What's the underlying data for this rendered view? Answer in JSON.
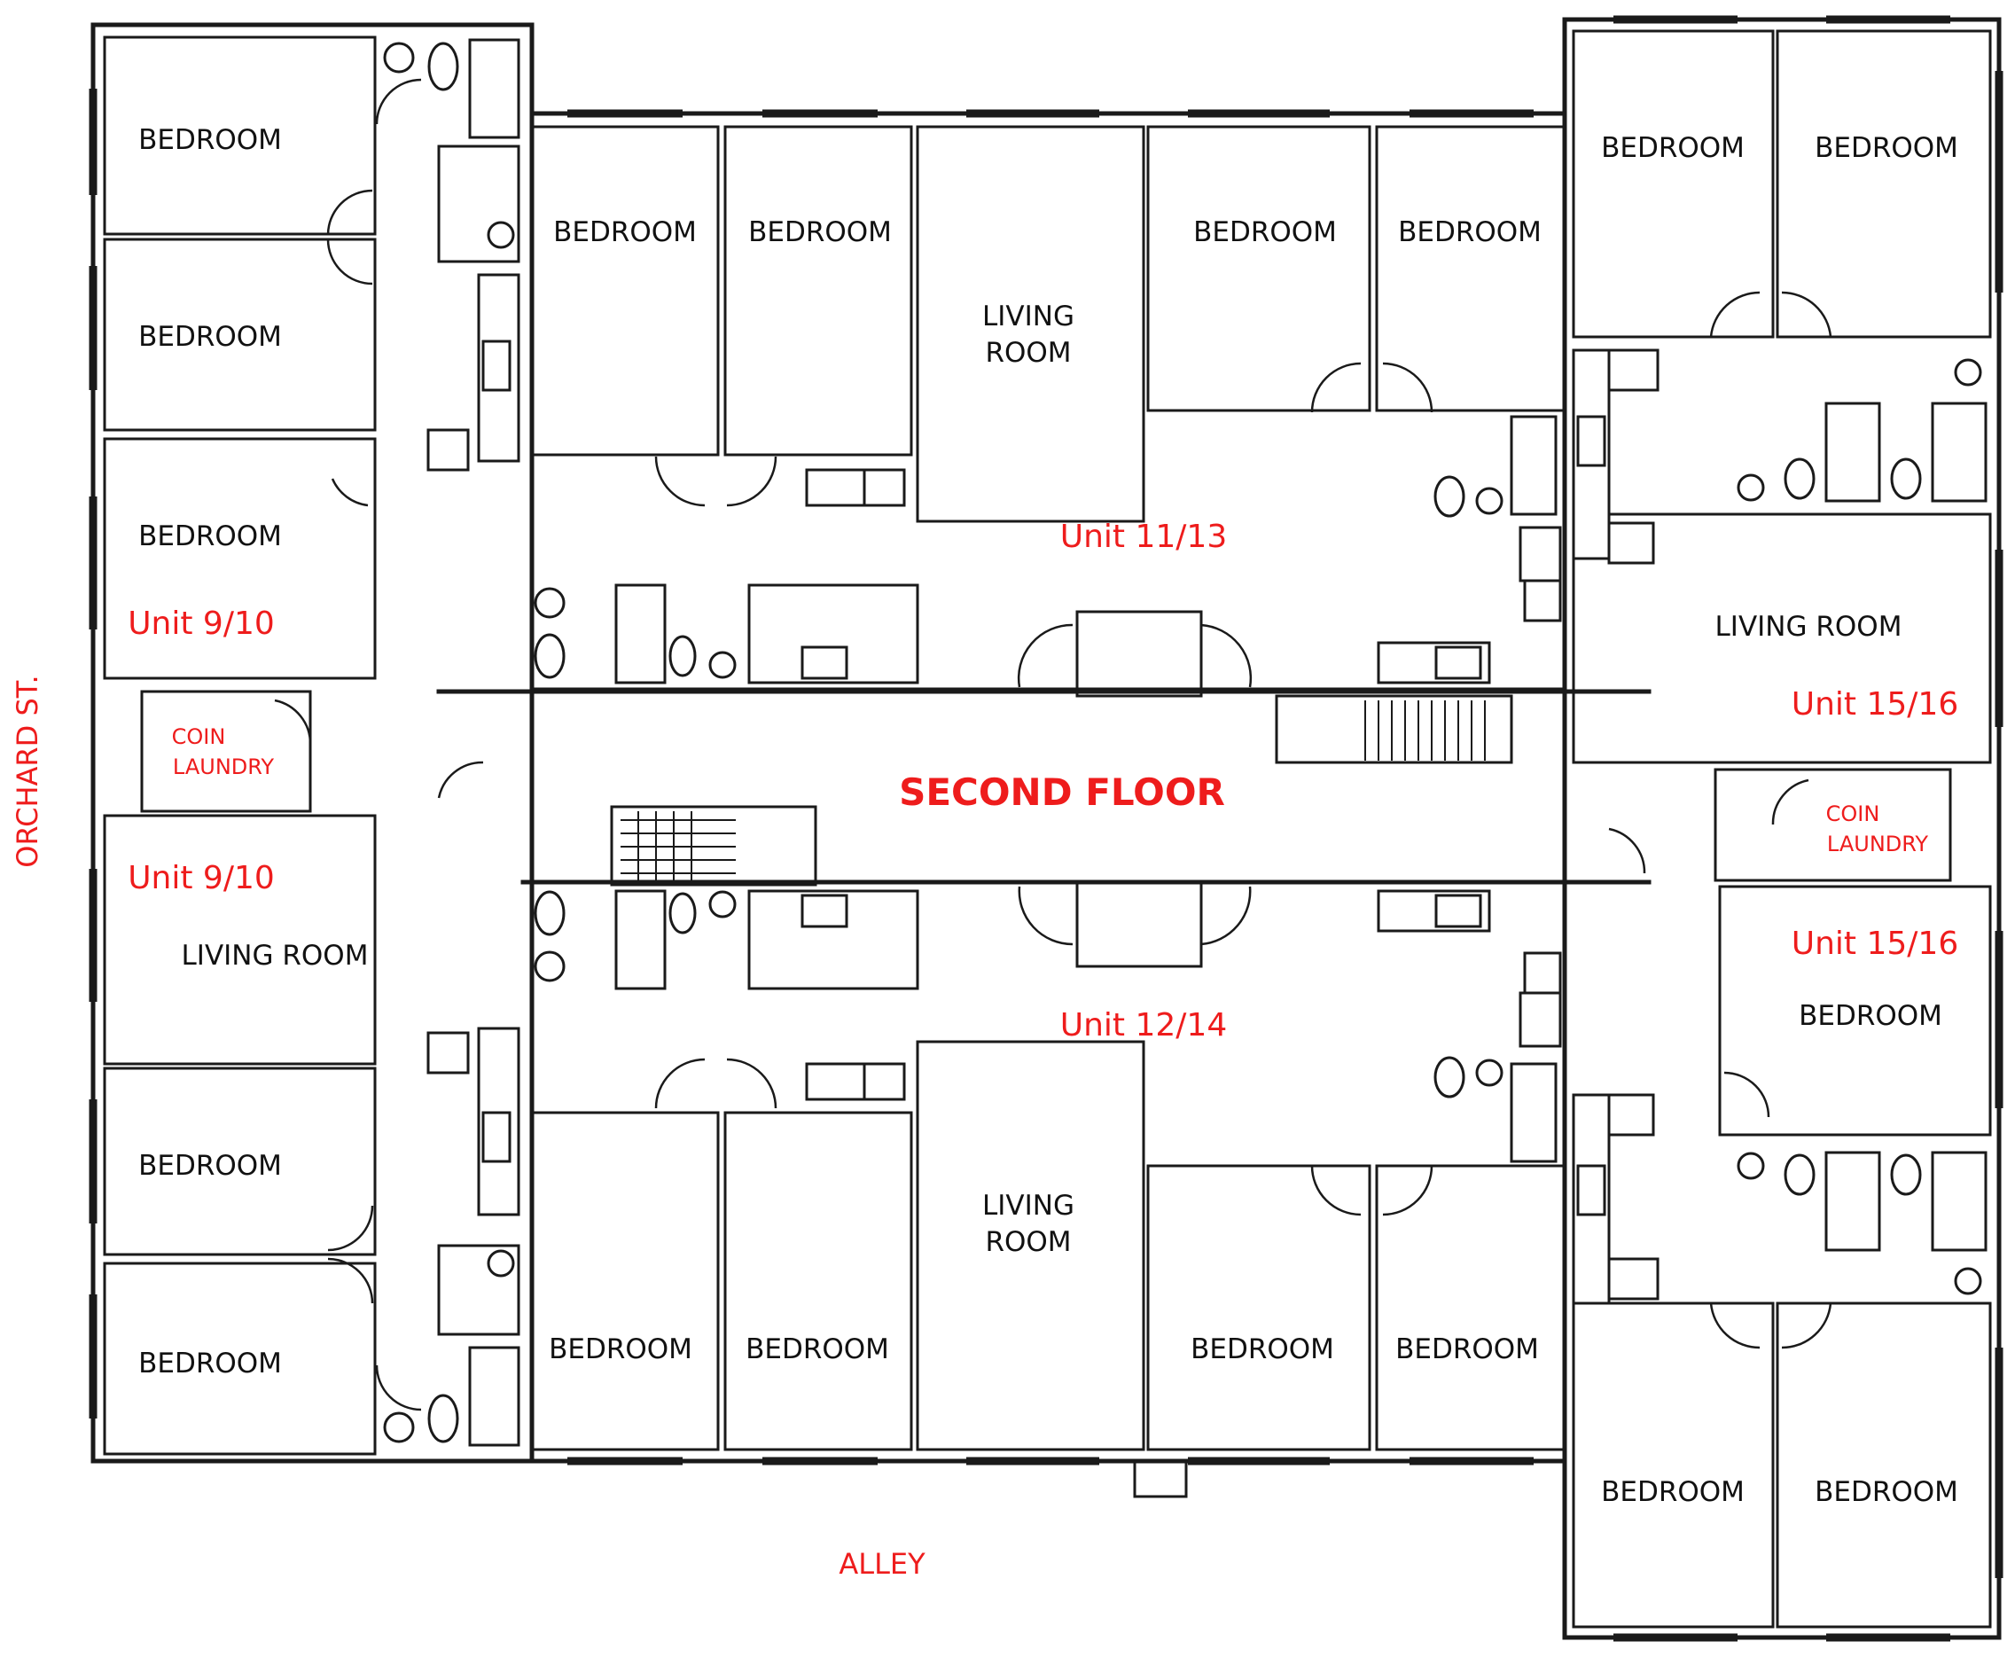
{
  "floor_title": "SECOND FLOOR",
  "street_left": "ORCHARD ST.",
  "street_bottom": "ALLEY",
  "rooms": {
    "bedroom": "BEDROOM",
    "living_line1": "LIVING",
    "living_line2": "ROOM",
    "living_room": "LIVING ROOM",
    "coin": "COIN",
    "laundry": "LAUNDRY"
  },
  "units": {
    "u9_10": "Unit 9/10",
    "u11_13": "Unit 11/13",
    "u12_14": "Unit 12/14",
    "u15_16": "Unit 15/16"
  },
  "colors": {
    "annotation": "#ee1c1c",
    "walls": "#1a1a1a",
    "background": "#ffffff"
  }
}
